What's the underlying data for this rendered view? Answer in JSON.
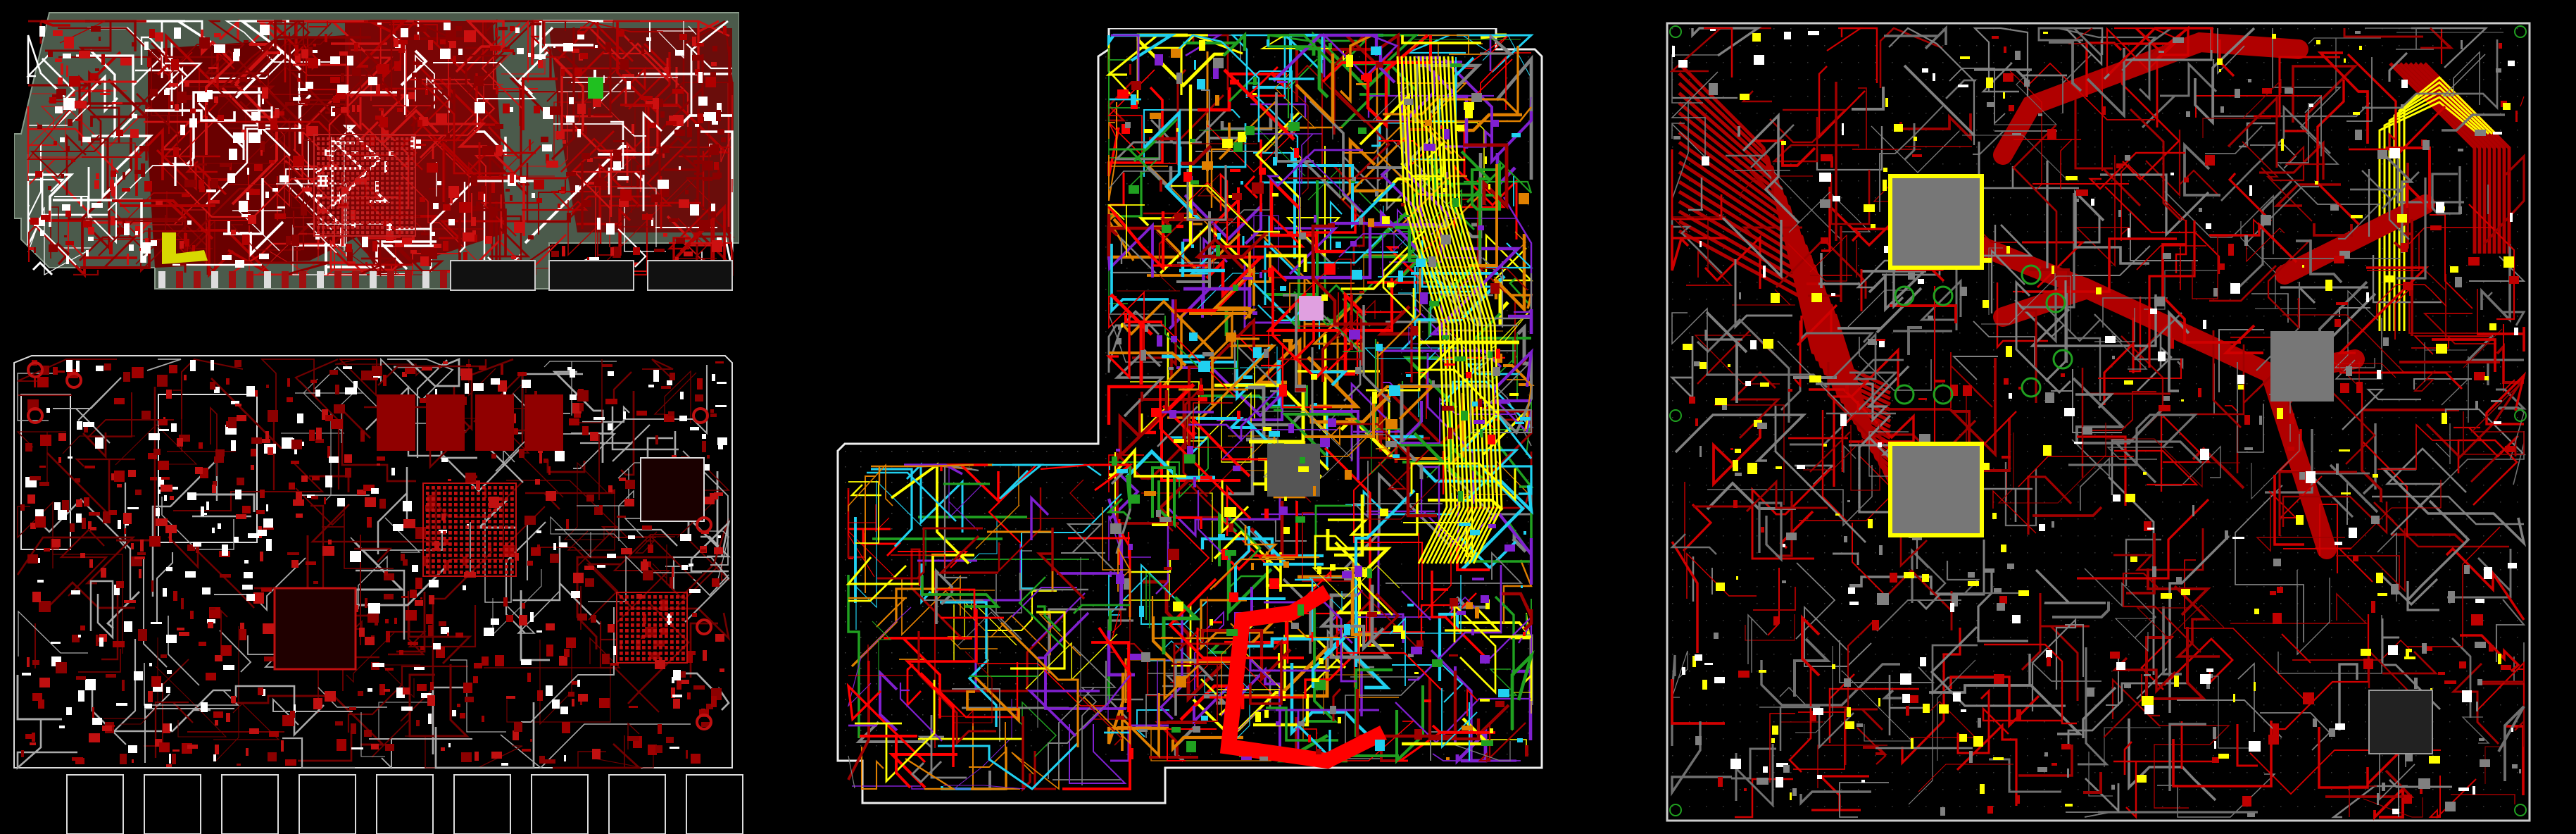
{
  "panels": [
    {
      "id": "pcb-graphics-card",
      "board_color": "#4b5a4b",
      "trace_colors": [
        "#8b0000",
        "#b00000",
        "#cc1010",
        "#ffffff",
        "#d8d800",
        "#20c020",
        "#2030c0"
      ]
    },
    {
      "id": "pcb-controller-board",
      "board_color": "#000000",
      "trace_colors": [
        "#8b0000",
        "#c01010",
        "#ffffff",
        "#a00000"
      ]
    },
    {
      "id": "pcb-multilayer-l-shape",
      "board_color": "#000000",
      "trace_colors": [
        "#ff0000",
        "#20d0f0",
        "#ffff00",
        "#808080",
        "#a00000",
        "#8020d0",
        "#20a020",
        "#e08000"
      ]
    },
    {
      "id": "pcb-mainboard",
      "board_color": "#000000",
      "trace_colors": [
        "#b00000",
        "#808080",
        "#e00000",
        "#ffff00",
        "#20a020",
        "#ffffff"
      ]
    }
  ],
  "background_color": "#000000"
}
